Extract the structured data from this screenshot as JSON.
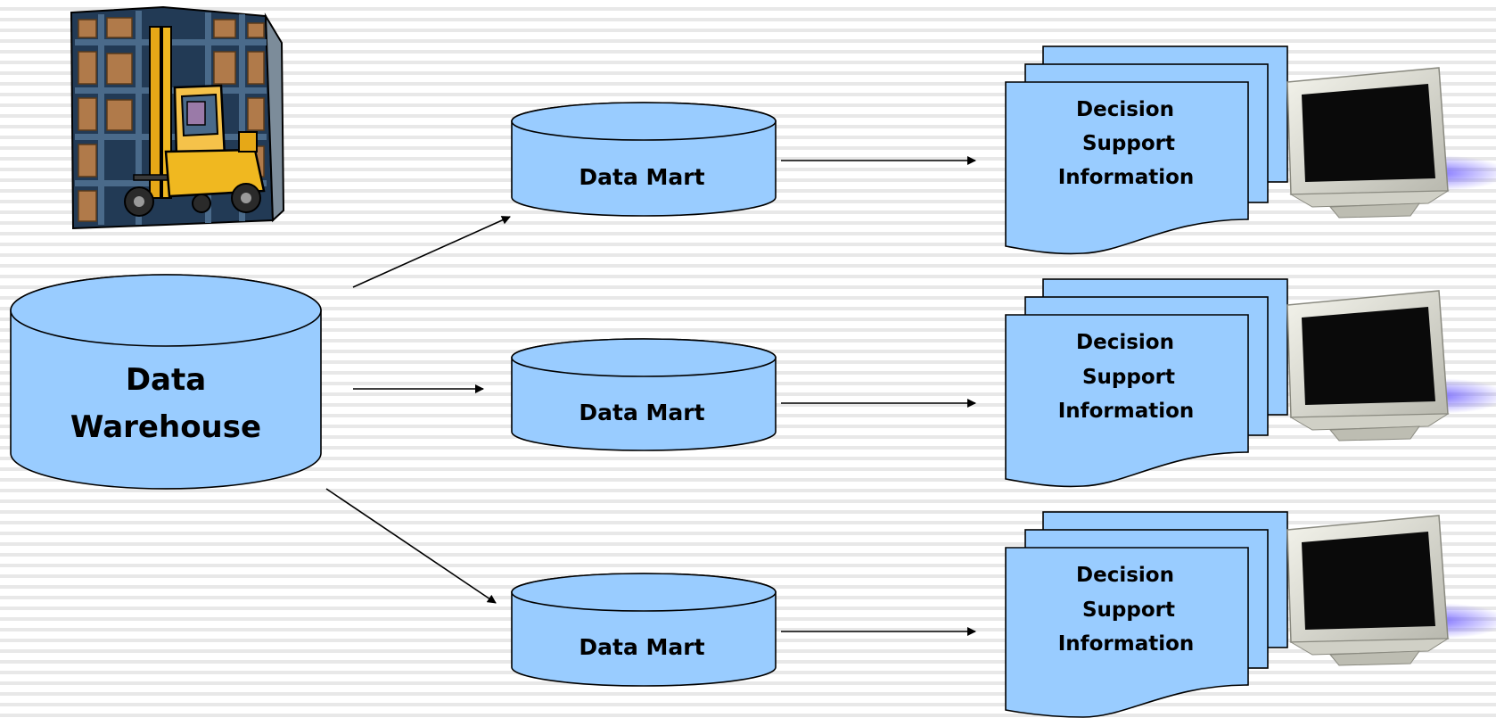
{
  "warehouse": {
    "line1": "Data",
    "line2": "Warehouse",
    "fill_color": "#99ccff",
    "icon": "forklift-warehouse-icon"
  },
  "data_marts": [
    {
      "label": "Data Mart"
    },
    {
      "label": "Data Mart"
    },
    {
      "label": "Data Mart"
    }
  ],
  "decision_support": [
    {
      "line1": "Decision",
      "line2": "Support",
      "line3": "Information",
      "icon": "monitor-icon"
    },
    {
      "line1": "Decision",
      "line2": "Support",
      "line3": "Information",
      "icon": "monitor-icon"
    },
    {
      "line1": "Decision",
      "line2": "Support",
      "line3": "Information",
      "icon": "monitor-icon"
    }
  ],
  "colors": {
    "shape_fill": "#99ccff",
    "outline": "#000000",
    "background_stripe": "#e8e8e8"
  }
}
